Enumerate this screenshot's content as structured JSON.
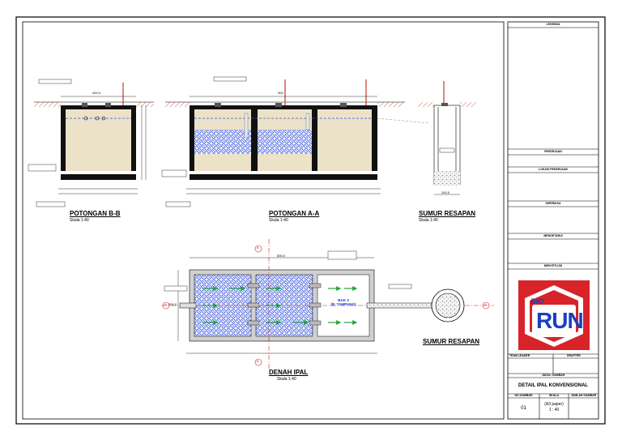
{
  "sections": {
    "potongan_bb": {
      "title": "POTONGAN B-B",
      "scale": "Skala 1:40",
      "width_dim": "400.0"
    },
    "potongan_aa": {
      "title": "POTONGAN A-A",
      "scale": "Skala 1:40",
      "width_dim": "900"
    },
    "sumur_resapan_section": {
      "title": "SUMUR RESAPAN",
      "scale": "Skala 1:40",
      "diameter_dim": "100.0"
    },
    "denah_ipal": {
      "title": "DENAH IPAL",
      "scale": "Skala 1:40",
      "top_dim": "500.0",
      "left_dim": "200.0",
      "bak3_line1": "BAK 3",
      "bak3_line2": "(B. TAMPUNG)"
    },
    "sumur_resapan_plan": {
      "title": "SUMUR RESAPAN"
    },
    "section_markers": {
      "a": "A",
      "b": "B"
    }
  },
  "title_block": {
    "legenda": "LEGENDA",
    "pekerjaan": "PEKERJAAN",
    "lokasi_pekerjaan": "LOKASI PEKERJAAN",
    "diperiksa": "DIPERIKSA",
    "mengetahui": "MENGETAHUI",
    "menyetujui": "MENYETUJUI",
    "team_leader": "TEAM LEADER",
    "drafter": "DRAFTER",
    "judul_gambar": "JUDUL GAMBAR",
    "drawing_title": "DETAIL IPAL KONVENSIONAL",
    "no_gambar": "NO.GAMBAR",
    "skala": "SKALA",
    "jumlah_gambar": "JUMLAH GAMBAR",
    "no_value": "01",
    "skala_value_1": "(A3 paper)",
    "skala_value_2": "1 : 40"
  },
  "logo": {
    "text_small": "BIO",
    "text_large": "RUN",
    "color_red": "#d8232a",
    "color_blue": "#1a3fbf"
  },
  "colors": {
    "water_fill": "#ece2c8",
    "media_blue": "#2f4fe0",
    "wall": "#111111",
    "flow_green": "#1fa53a",
    "axis_red": "#d81f1f"
  }
}
